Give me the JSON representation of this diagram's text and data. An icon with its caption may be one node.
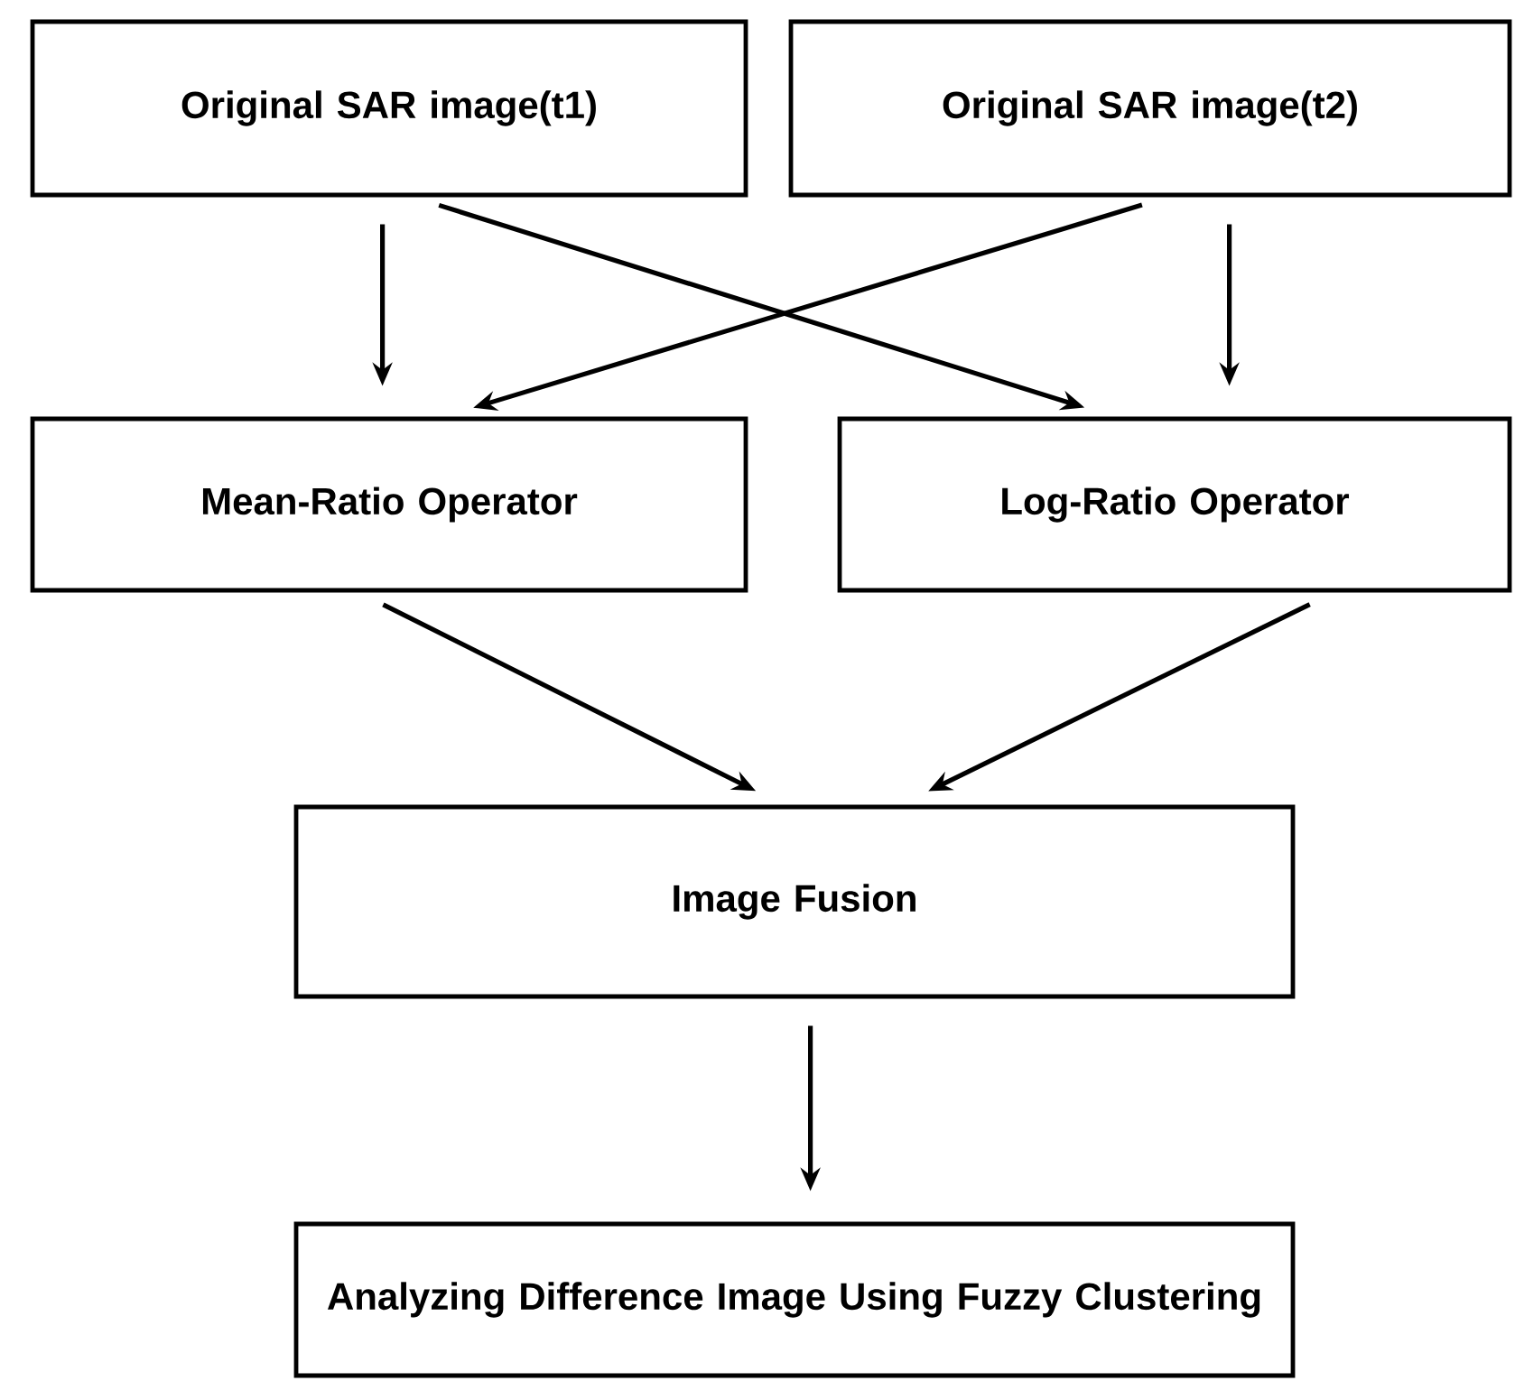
{
  "diagram": {
    "nodes": [
      {
        "text": [
          "Original SAR image(t1)"
        ]
      },
      {
        "text": [
          "Original SAR image(t2)"
        ]
      },
      {
        "text": [
          "Mean-Ratio Operator"
        ]
      },
      {
        "text": [
          "Log-Ratio Operator"
        ]
      },
      {
        "text": [
          "Image Fusion"
        ]
      },
      {
        "text": [
          "Analyzing Difference Image Using Fuzzy Clustering"
        ]
      }
    ],
    "edges": [
      {
        "from": 0,
        "to": 2,
        "arrow": "to"
      },
      {
        "from": 0,
        "to": 3,
        "arrow": "to"
      },
      {
        "from": 1,
        "to": 2,
        "arrow": "to"
      },
      {
        "from": 1,
        "to": 3,
        "arrow": "to"
      },
      {
        "from": 2,
        "to": 4,
        "arrow": "to"
      },
      {
        "from": 3,
        "to": 4,
        "arrow": "to"
      },
      {
        "from": 4,
        "to": 5,
        "arrow": "to"
      }
    ]
  }
}
